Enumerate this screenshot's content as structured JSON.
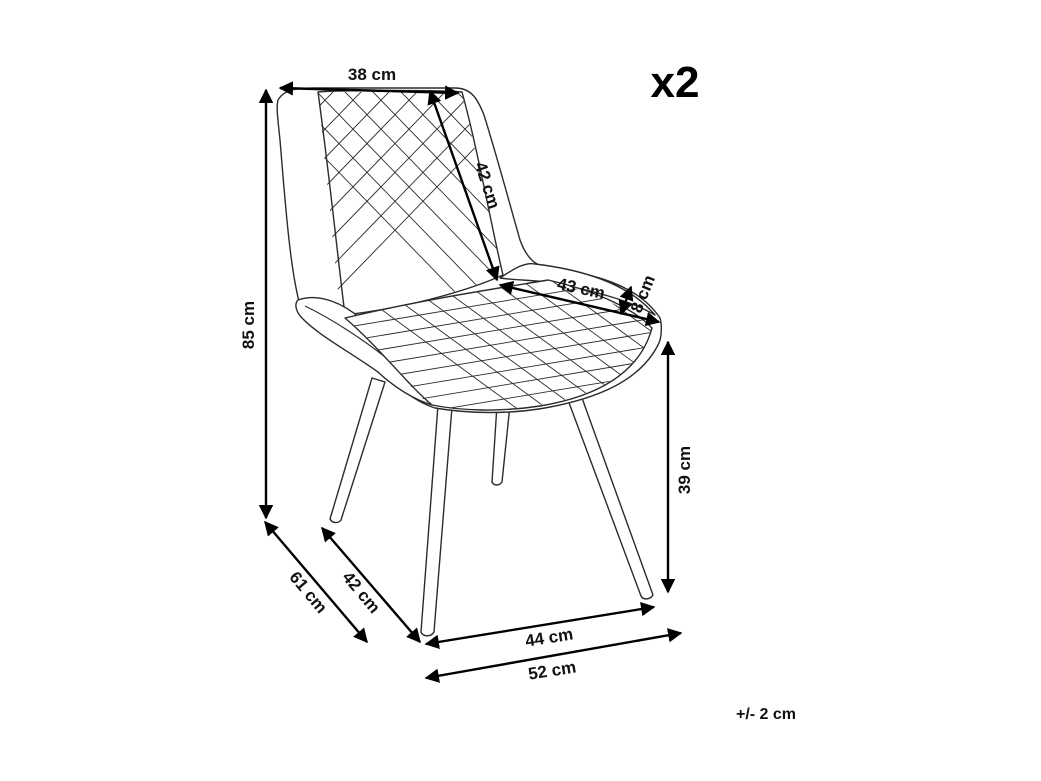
{
  "quantity_label": "x2",
  "tolerance_label": "+/- 2 cm",
  "dimensions": {
    "backrest_width": "38 cm",
    "backrest_height": "42 cm",
    "seat_depth": "43 cm",
    "seat_thickness": "8 cm",
    "total_height": "85 cm",
    "seat_height": "39 cm",
    "total_depth": "61 cm",
    "leg_depth": "42 cm",
    "leg_width": "44 cm",
    "total_width": "52 cm"
  },
  "colors": {
    "line": "#2b2b2b",
    "arrow": "#000000",
    "background": "#ffffff"
  }
}
